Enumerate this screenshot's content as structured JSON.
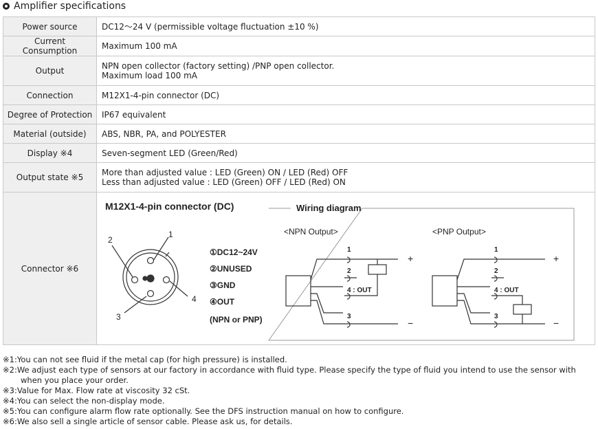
{
  "heading": "Amplifier specifications",
  "rows": [
    {
      "label": "Power source",
      "value": [
        "DC12～24 V (permissible voltage fluctuation ±10 %)"
      ]
    },
    {
      "label": "Current Consumption",
      "value": [
        "Maximum 100 mA"
      ]
    },
    {
      "label": "Output",
      "value": [
        "NPN open collector (factory setting) /PNP open collector.",
        "Maximum load 100 mA"
      ]
    },
    {
      "label": "Connection",
      "value": [
        "M12X1-4-pin connector (DC)"
      ]
    },
    {
      "label": "Degree of Protection",
      "value": [
        "IP67 equivalent"
      ]
    },
    {
      "label": "Material (outside)",
      "value": [
        "ABS, NBR, PA, and POLYESTER"
      ]
    },
    {
      "label": "Display ※4",
      "value": [
        "Seven-segment LED (Green/Red)"
      ]
    },
    {
      "label": "Output state ※5",
      "value": [
        "More than adjusted value : LED (Green) ON / LED (Red) OFF",
        "Less than adjusted value : LED (Green) OFF / LED (Red) ON"
      ]
    },
    {
      "label": "Connector ※6"
    }
  ],
  "diagram": {
    "connector_title": "M12X1-4-pin connector (DC)",
    "pin_numbers": [
      "1",
      "2",
      "3",
      "4"
    ],
    "pins": [
      "①DC12~24V",
      "②UNUSED",
      "③GND",
      "④OUT"
    ],
    "pin_note": "(NPN or PNP)",
    "wiring_title": "Wiring diagram",
    "npn_label": "<NPN Output>",
    "pnp_label": "<PNP Output>",
    "wire_labels": [
      "1",
      "2",
      "4 : OUT",
      "3"
    ],
    "plus": "+",
    "minus": "−"
  },
  "notes": [
    "※1:You can not see fluid if the metal cap (for high pressure) is installed.",
    "※2:We adjust each type of sensors at our factory in accordance with fluid type. Please specify the type of fluid you intend to use the sensor with when you place your order.",
    "※3:Value for Max. Flow rate at viscosity 32 cSt.",
    "※4:You can select the non-display mode.",
    "※5:You can configure alarm flow rate optionally. See the DFS instruction manual on how to configure.",
    "※6:We also sell a single article of sensor cable. Please ask us, for details."
  ]
}
